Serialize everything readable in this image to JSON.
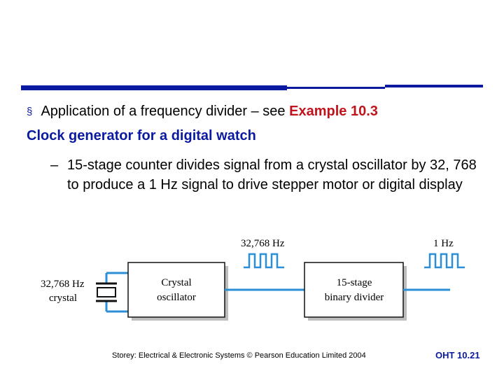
{
  "slide": {
    "bullet_symbol": "§",
    "bullet_text": "Application of a frequency divider – see",
    "bullet_accent": "Example 10.3",
    "heading": "Clock generator for a digital watch",
    "sub_dash": "–",
    "sub_text": "15-stage counter divides signal from a crystal oscillator by 32, 768 to produce a 1 Hz signal to drive stepper motor or digital display"
  },
  "diagram": {
    "crystal_label_1": "32,768 Hz",
    "crystal_label_2": "crystal",
    "oscillator_label_1": "Crystal",
    "oscillator_label_2": "oscillator",
    "divider_label_1": "15-stage",
    "divider_label_2": "binary divider",
    "signal_in_label": "32,768 Hz",
    "signal_out_label": "1 Hz"
  },
  "footer": {
    "credit": "Storey: Electrical & Electronic Systems © Pearson Education Limited 2004",
    "slide_number": "OHT 10.21"
  },
  "colors": {
    "title_blue": "#0a1aa0",
    "accent_red": "#c0141c",
    "wire_blue": "#2a8fd6",
    "block_border": "#111111",
    "block_shadow": "#bdbdbd"
  },
  "icons": {
    "crystal": "crystal-symbol-icon",
    "pulse": "square-wave-icon"
  }
}
